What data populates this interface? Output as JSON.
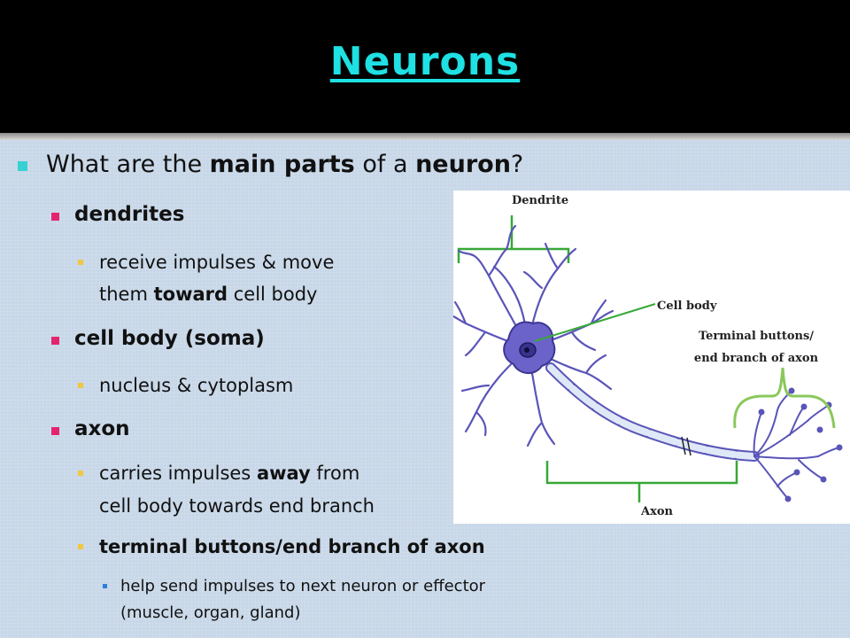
{
  "slide": {
    "title": "Neurons",
    "question": {
      "pre": "What are the ",
      "em1": "main parts",
      "mid": " of a ",
      "em2": "neuron",
      "post": "?"
    },
    "dendrites": {
      "heading": "dendrites",
      "line1": "receive impulses & move",
      "line2_pre": "them ",
      "line2_em": "toward",
      "line2_post": " cell body"
    },
    "cell_body": {
      "heading": "cell body (soma)",
      "detail": "nucleus & cytoplasm"
    },
    "axon": {
      "heading": "axon",
      "line1_pre": "carries impulses ",
      "line1_em": "away",
      "line1_post": " from",
      "line2": "cell body towards end branch",
      "terminal_heading": "terminal buttons/end branch of axon",
      "terminal_line1": "help send impulses to next neuron or effector",
      "terminal_line2": "(muscle, organ, gland)"
    }
  },
  "diagram": {
    "label_dendrite": "Dendrite",
    "label_cell_body": "Cell body",
    "label_terminal_1": "Terminal buttons/",
    "label_terminal_2": "end branch of axon",
    "label_axon": "Axon",
    "colors": {
      "neuron": "#5a55b8",
      "bracket_green": "#37a837",
      "bracket_light_green": "#8ac85a",
      "axon_sheath": "#dfe8f6"
    }
  }
}
